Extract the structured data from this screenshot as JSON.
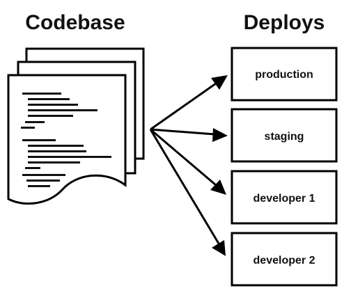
{
  "headings": {
    "codebase": "Codebase",
    "deploys": "Deploys"
  },
  "deploys": [
    {
      "label": "production"
    },
    {
      "label": "staging"
    },
    {
      "label": "developer 1"
    },
    {
      "label": "developer 2"
    }
  ],
  "colors": {
    "ink": "#000000",
    "background": "#ffffff"
  },
  "icons": [
    "document-stack-icon"
  ]
}
